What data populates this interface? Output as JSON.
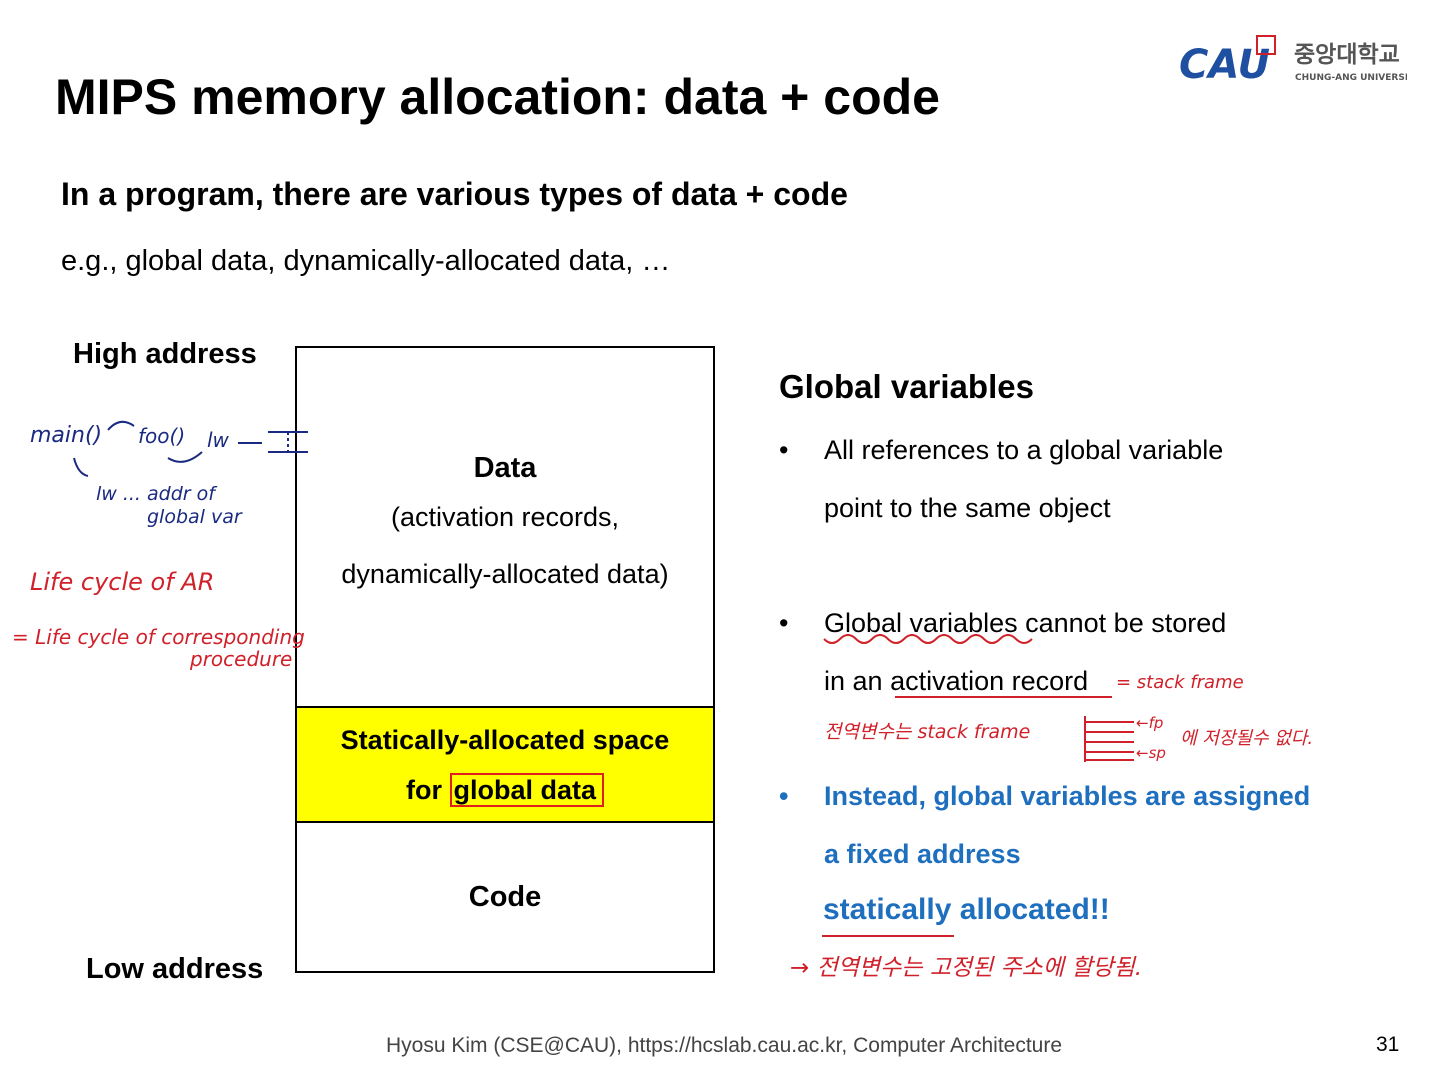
{
  "logo": {
    "mark": "CAU",
    "korean": "중앙대학교",
    "english": "CHUNG-ANG UNIVERSITY",
    "mark_color": "#1f4fa0",
    "accent_color": "#d0202a"
  },
  "slide": {
    "title": "MIPS memory allocation: data + code",
    "subtitle": "In a program, there are various types of data + code",
    "example": "e.g., global data, dynamically-allocated data, …"
  },
  "memory": {
    "high_address": "High address",
    "low_address": "Low address",
    "data_title": "Data",
    "data_desc_1": "(activation records,",
    "data_desc_2": "dynamically-allocated data)",
    "static_line_1": "Statically-allocated space",
    "static_line_2_prefix": "for",
    "static_line_2_boxed": "global data",
    "static_color": "#ffff00",
    "code_title": "Code"
  },
  "global_variables": {
    "heading": "Global variables",
    "bullet_symbol": "•",
    "b1_line1": "All references to a global variable",
    "b1_line2": "point to the same object",
    "b2_line1_underlined": "Global variables",
    "b2_line1_rest": " cannot be stored",
    "b2_line2_prefix": "in an ",
    "b2_line2_underlined": "activation record",
    "b3_line1": "Instead, global variables are assigned",
    "b3_line2": "a fixed address",
    "statically_word": "statically",
    "allocated_word": " allocated!!",
    "blue_color": "#1f6fbf"
  },
  "annotations": {
    "main_call": "main()",
    "foo_call": "foo()",
    "lw_1": "lw",
    "lw_addr": "lw ... addr of",
    "global_var": "global var",
    "life_cycle_ar": "Life cycle of AR",
    "life_cycle_proc_1": "= Life cycle of corresponding",
    "life_cycle_proc_2": "procedure",
    "stack_frame": "= stack frame",
    "korean_note_1": "전역변수는 stack frame",
    "fp_label": "←fp",
    "sp_label": "←sp",
    "korean_note_2": "에 저장될수 없다.",
    "korean_note_3": "→ 전역변수는 고정된 주소에 할당됨.",
    "red_color": "#d0202a",
    "navy_color": "#1a2a80"
  },
  "footer": {
    "text": "Hyosu Kim (CSE@CAU), https://hcslab.cau.ac.kr, Computer Architecture",
    "page": "31"
  }
}
